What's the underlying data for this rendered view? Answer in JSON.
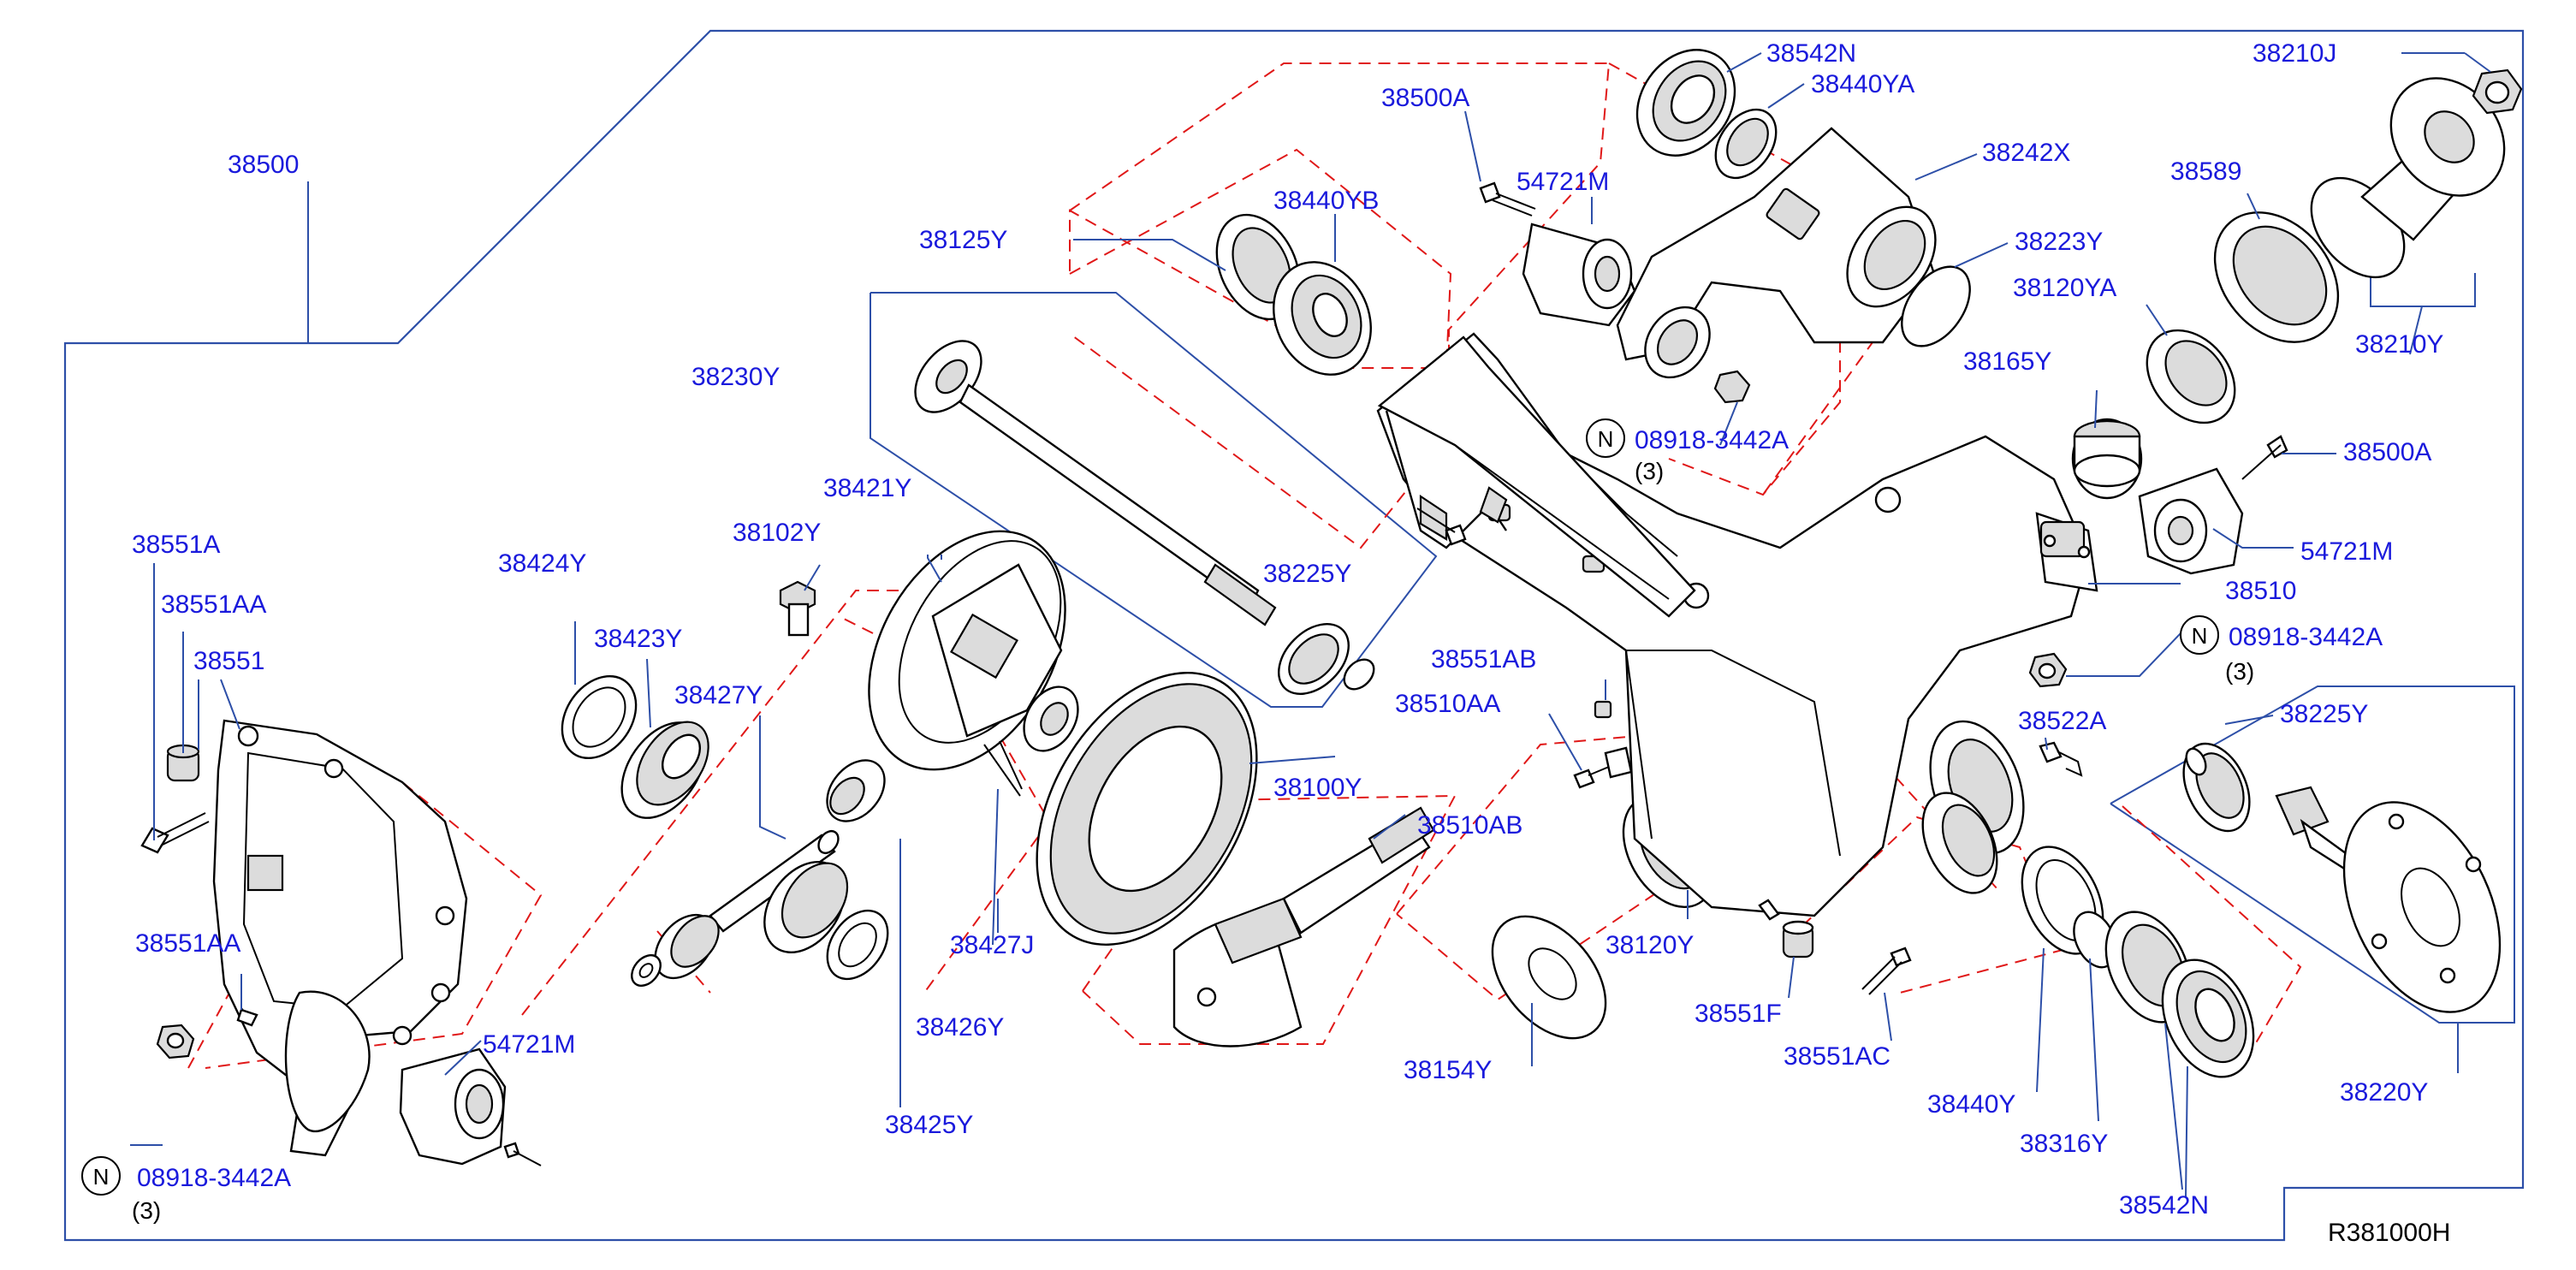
{
  "diagram": {
    "reference_code": "R381000H",
    "labels": [
      {
        "id": "38500",
        "text": "38500"
      },
      {
        "id": "38500A_top",
        "text": "38500A"
      },
      {
        "id": "38542N_top",
        "text": "38542N"
      },
      {
        "id": "38440YA",
        "text": "38440YA"
      },
      {
        "id": "38242X",
        "text": "38242X"
      },
      {
        "id": "54721M_top",
        "text": "54721M"
      },
      {
        "id": "38440YB",
        "text": "38440YB"
      },
      {
        "id": "38125Y",
        "text": "38125Y"
      },
      {
        "id": "38223Y",
        "text": "38223Y"
      },
      {
        "id": "38210J",
        "text": "38210J"
      },
      {
        "id": "38589",
        "text": "38589"
      },
      {
        "id": "38120YA",
        "text": "38120YA"
      },
      {
        "id": "38210Y",
        "text": "38210Y"
      },
      {
        "id": "38165Y",
        "text": "38165Y"
      },
      {
        "id": "38230Y",
        "text": "38230Y"
      },
      {
        "id": "08918_top",
        "text": "08918-3442A"
      },
      {
        "id": "38500A_right",
        "text": "38500A"
      },
      {
        "id": "38421Y",
        "text": "38421Y"
      },
      {
        "id": "38102Y",
        "text": "38102Y"
      },
      {
        "id": "54721M_right",
        "text": "54721M"
      },
      {
        "id": "38551A",
        "text": "38551A"
      },
      {
        "id": "38424Y",
        "text": "38424Y"
      },
      {
        "id": "38225Y_mid",
        "text": "38225Y"
      },
      {
        "id": "38510",
        "text": "38510"
      },
      {
        "id": "38551AA_top",
        "text": "38551AA"
      },
      {
        "id": "38423Y",
        "text": "38423Y"
      },
      {
        "id": "08918_right",
        "text": "08918-3442A"
      },
      {
        "id": "38551",
        "text": "38551"
      },
      {
        "id": "38551AB",
        "text": "38551AB"
      },
      {
        "id": "38427Y",
        "text": "38427Y"
      },
      {
        "id": "38510AA",
        "text": "38510AA"
      },
      {
        "id": "38225Y_right",
        "text": "38225Y"
      },
      {
        "id": "38522A",
        "text": "38522A"
      },
      {
        "id": "38100Y",
        "text": "38100Y"
      },
      {
        "id": "38510AB",
        "text": "38510AB"
      },
      {
        "id": "38551AA_bottom",
        "text": "38551AA"
      },
      {
        "id": "38427J",
        "text": "38427J"
      },
      {
        "id": "38120Y",
        "text": "38120Y"
      },
      {
        "id": "38551F",
        "text": "38551F"
      },
      {
        "id": "38426Y",
        "text": "38426Y"
      },
      {
        "id": "54721M_left",
        "text": "54721M"
      },
      {
        "id": "38154Y",
        "text": "38154Y"
      },
      {
        "id": "38551AC",
        "text": "38551AC"
      },
      {
        "id": "38220Y",
        "text": "38220Y"
      },
      {
        "id": "38440Y",
        "text": "38440Y"
      },
      {
        "id": "38425Y",
        "text": "38425Y"
      },
      {
        "id": "38316Y",
        "text": "38316Y"
      },
      {
        "id": "08918_left",
        "text": "08918-3442A"
      },
      {
        "id": "38542N_bottom",
        "text": "38542N"
      }
    ],
    "badges": [
      {
        "id": "n_top",
        "symbol": "N",
        "qty": "(3)"
      },
      {
        "id": "n_right",
        "symbol": "N",
        "qty": "(3)"
      },
      {
        "id": "n_left",
        "symbol": "N",
        "qty": "(3)"
      }
    ]
  },
  "colors": {
    "label": "#1a1adc",
    "frame_line": "#2d4fa8",
    "dashed_guide": "#e01818",
    "part_outline": "#000000"
  }
}
